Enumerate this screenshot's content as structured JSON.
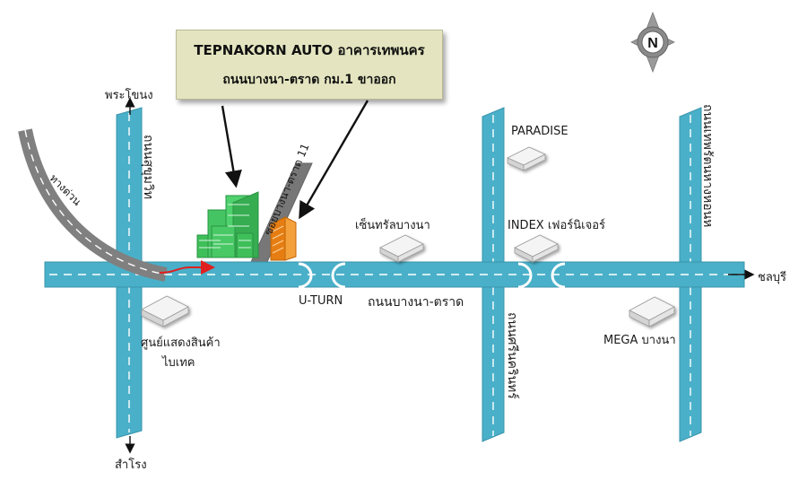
{
  "callout": {
    "line1": "TEPNAKORN AUTO อาคารเทพนคร",
    "line2": "ถนนบางนา-ตราด กม.1 ขาออก"
  },
  "compass": {
    "label": "N",
    "icon": "compass-rose-icon"
  },
  "roads": {
    "main_road": "ถนนบางนา-ตราด",
    "left_vertical_road": "ถนนสุขุมวิท",
    "soi": "ซอยบางนา-ตราด 11",
    "middle_vertical_road": "ถนนศรีนครินทร์",
    "right_vertical_road": "ถนนเทพรัตนหางหอนห",
    "expressway": "ทางด่วน",
    "u_turn": "U-TURN"
  },
  "directions": {
    "north": "พระโขนง",
    "south": "สำโรง",
    "east": "ชลบุรี"
  },
  "landmarks": {
    "paradise": "PARADISE",
    "central": "เซ็นทรัลบางนา",
    "index": "INDEX เฟอร์นิเจอร์",
    "mega": "MEGA บางนา",
    "bitec_line1": "ศูนย์แสดงสินค้า",
    "bitec_line2": "ไบเทค"
  },
  "colors": {
    "road": "#4ab0c9",
    "road_edge": "#3a94ab",
    "expressway": "#808080",
    "soi": "#777777",
    "route_arrow": "#e02020",
    "callout_bg": "#e4e5c0",
    "building_green": "#3fbf5a",
    "building_orange": "#f08a1e",
    "landmark_box": "#e6e6e6"
  }
}
